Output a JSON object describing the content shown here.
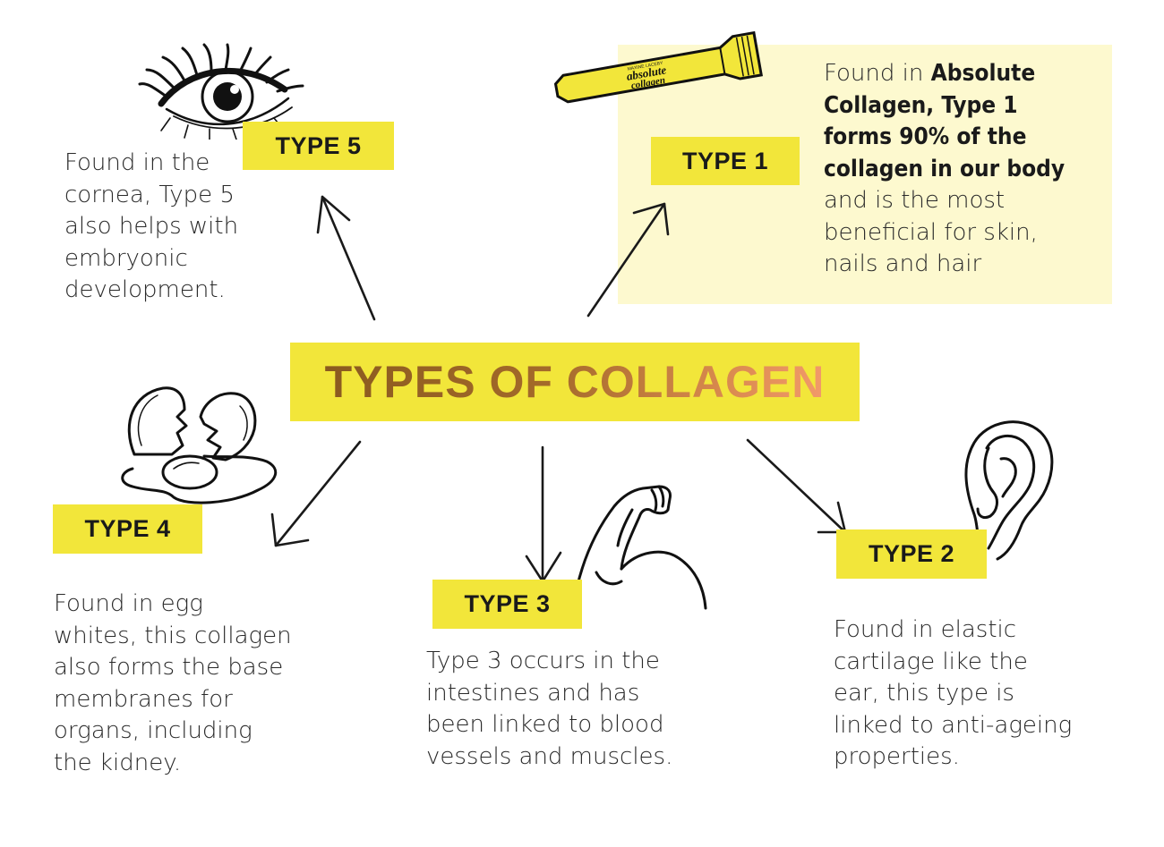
{
  "title": "TYPES OF COLLAGEN",
  "colors": {
    "label_yellow": "#f2e63a",
    "highlight_bg": "#fdf9cf",
    "title_gradient": [
      "#8a5a1f",
      "#f29a6a"
    ]
  },
  "product": {
    "brand": "MAXINE LACEBY",
    "name_line1": "absolute",
    "name_line2": "collagen"
  },
  "types": {
    "type5": {
      "label": "TYPE 5",
      "icon": "eye-icon",
      "lines": [
        "Found in the",
        "cornea, Type 5",
        "also helps with",
        "embryonic",
        "development."
      ]
    },
    "type1": {
      "label": "TYPE 1",
      "icon": "collagen-sachet-icon",
      "bold_lines": [
        "Absolute",
        "Collagen, Type 1",
        "forms 90% of the",
        "collagen in our body"
      ],
      "prefix": "Found in ",
      "lines": [
        "and is the most",
        "beneficial for skin,",
        "nails and hair"
      ]
    },
    "type4": {
      "label": "TYPE 4",
      "icon": "egg-icon",
      "lines": [
        "Found in egg",
        "whites, this collagen",
        "also forms the base",
        "membranes for",
        "organs, including",
        "the kidney."
      ]
    },
    "type3": {
      "label": "TYPE 3",
      "icon": "bicep-icon",
      "lines": [
        "Type 3 occurs in the",
        "intestines and has",
        "been linked to blood",
        "vessels and muscles."
      ]
    },
    "type2": {
      "label": "TYPE 2",
      "icon": "ear-icon",
      "lines": [
        "Found in elastic",
        "cartilage like the",
        "ear, this type is",
        "linked to anti-ageing",
        "properties."
      ]
    }
  }
}
